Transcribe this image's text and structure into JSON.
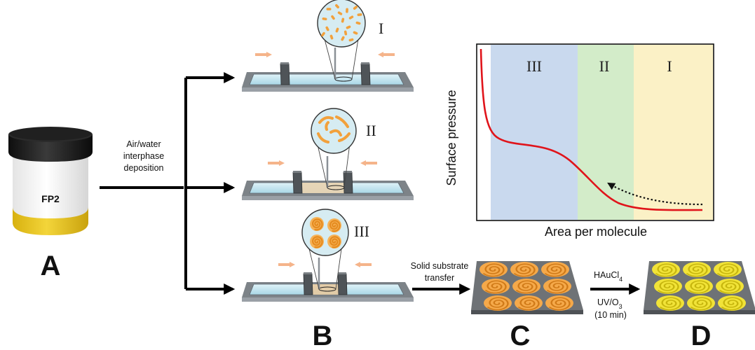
{
  "panels": {
    "a": "A",
    "b": "B",
    "c": "C",
    "d": "D"
  },
  "jar_label": "FP2",
  "deposition_text": [
    "Air/water",
    "interphase",
    "deposition"
  ],
  "phases": [
    "I",
    "II",
    "III"
  ],
  "transfer_text": [
    "Solid substrate",
    "transfer"
  ],
  "hau_text": {
    "main": "HAuCl",
    "sub": "4"
  },
  "uv_text": {
    "main": "UV/O",
    "sub": "3"
  },
  "time_text": "(10 min)",
  "isotherm": {
    "xlabel": "Area per molecule",
    "ylabel": "Surface pressure",
    "regions": [
      {
        "label": "III",
        "color": "#c9d9ee"
      },
      {
        "label": "II",
        "color": "#d3ecc9"
      },
      {
        "label": "I",
        "color": "#fbf1c6"
      }
    ],
    "curve_color": "#e0141b"
  },
  "colors": {
    "orange": "#f2a13c",
    "gold": "#f2e22a",
    "arrow": "#f5b48a",
    "jar_lid": "#1c1c1c",
    "jar_band": "#e6c21a"
  }
}
